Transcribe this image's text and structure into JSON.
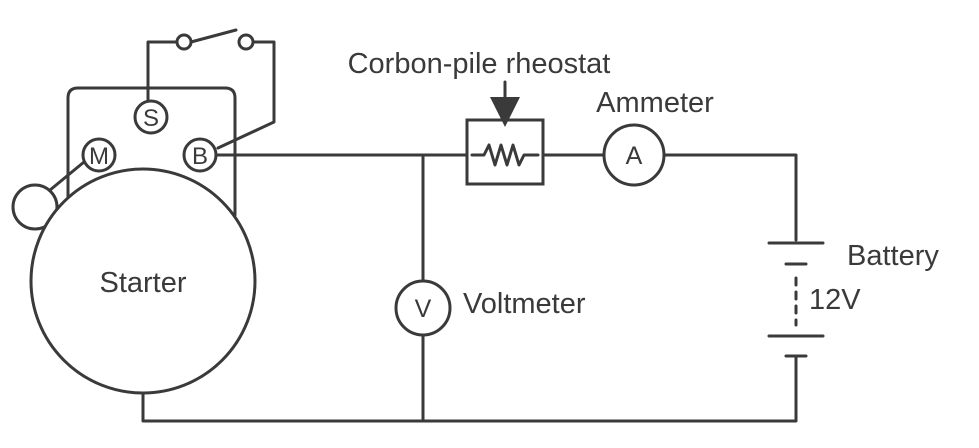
{
  "colors": {
    "line": "#3a3a3a",
    "background": "#ffffff"
  },
  "labels": {
    "rheostat": "Corbon-pile rheostat",
    "ammeter": "Ammeter",
    "voltmeter": "Voltmeter",
    "battery": "Battery",
    "battery_voltage": "12V",
    "starter": "Starter"
  },
  "terminals": {
    "s": "S",
    "m": "M",
    "b": "B"
  },
  "meters": {
    "ammeter_symbol": "A",
    "voltmeter_symbol": "V"
  }
}
